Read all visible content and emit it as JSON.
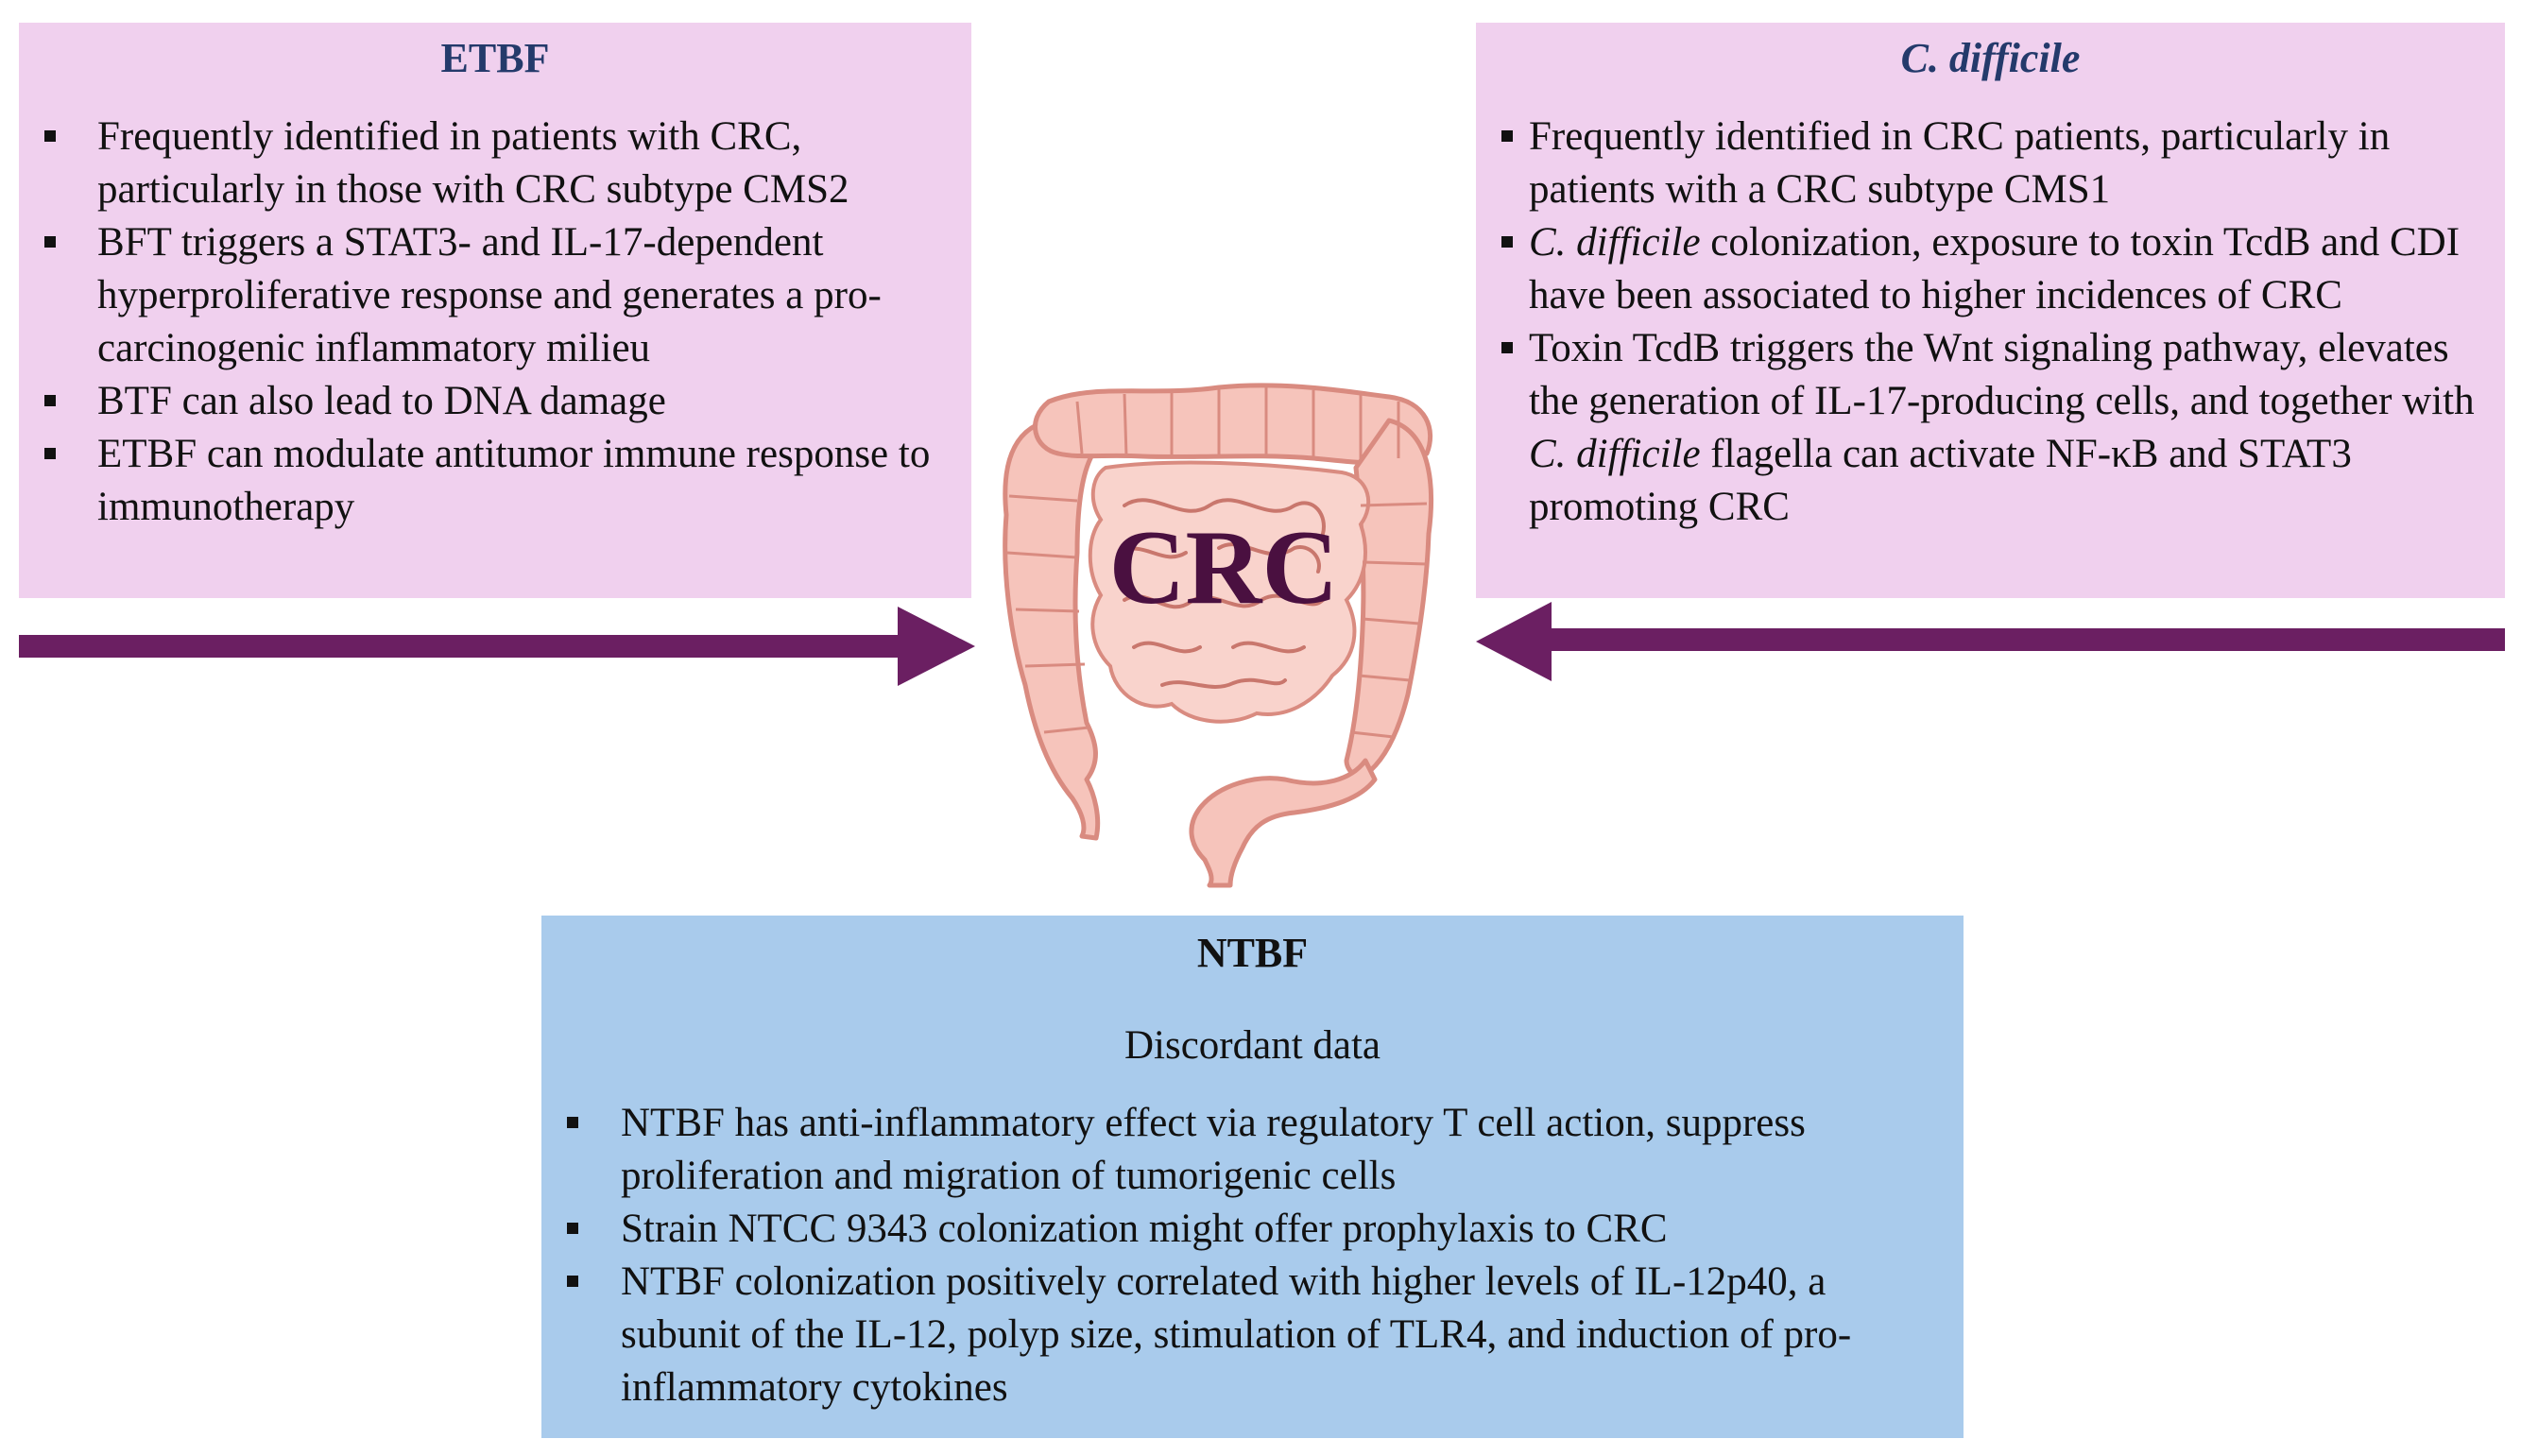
{
  "etbf": {
    "title": "ETBF",
    "bullets": [
      "Frequently identified in patients with CRC, particularly in those with CRC subtype CMS2",
      "BFT triggers a STAT3- and IL-17-dependent hyperproliferative response and generates a pro-carcinogenic inflammatory milieu",
      "BTF can also lead to DNA damage",
      "ETBF can modulate antitumor immune response to immunotherapy"
    ]
  },
  "cdiff": {
    "title": "C. difficile",
    "b1": "Frequently identified in CRC patients, particularly in patients with a CRC subtype CMS1",
    "b2_italic": "C. difficile",
    "b2_rest": " colonization, exposure to toxin TcdB and CDI have been associated to higher incidences of CRC",
    "b3_start": "Toxin TcdB triggers the Wnt signaling pathway, elevates the generation of IL-17-producing cells, and together with ",
    "b3_italic": "C. difficile",
    "b3_end": " flagella can activate NF-κB and STAT3 promoting CRC"
  },
  "center": {
    "label": "CRC"
  },
  "ntbf": {
    "title": "NTBF",
    "subtitle": "Discordant data",
    "bullets": [
      "NTBF has anti-inflammatory effect via regulatory T cell action, suppress proliferation and migration of tumorigenic cells",
      "Strain NTCC 9343 colonization might offer prophylaxis to CRC",
      "NTBF colonization positively correlated with higher levels of IL-12p40, a subunit of the IL-12, polyp size, stimulation of TLR4, and induction of pro-inflammatory cytokines"
    ]
  },
  "colors": {
    "pink_box": "#f0d0ee",
    "blue_box": "#a9cbec",
    "arrow": "#6b1f62",
    "crc_label": "#4a1040",
    "title_navy": "#243a6b",
    "intestine_fill": "#f6c4bb",
    "intestine_stroke": "#d98b80"
  },
  "icons": {
    "center_image": "large-intestine-icon",
    "left_arrow": "arrow-right-icon",
    "right_arrow": "arrow-left-icon"
  }
}
